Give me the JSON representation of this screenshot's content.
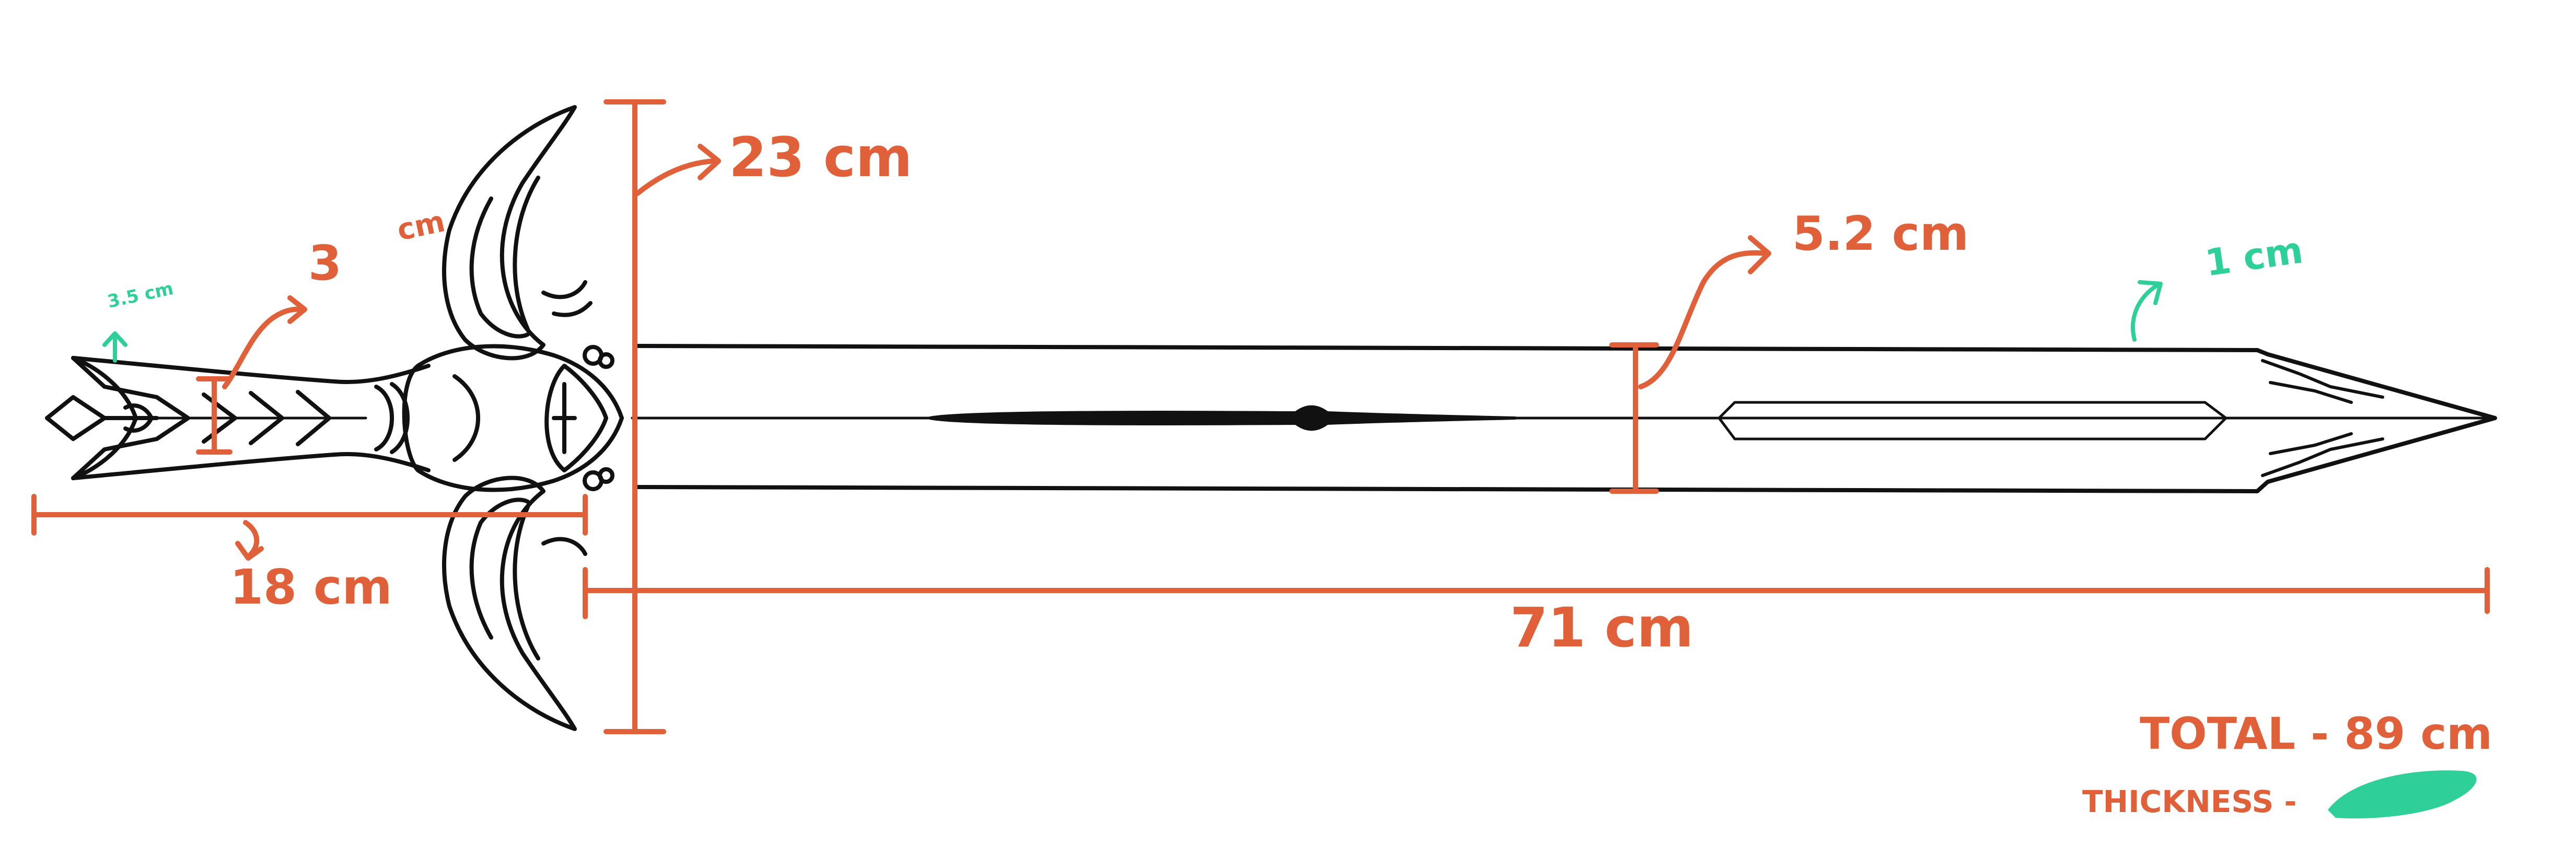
{
  "colors": {
    "ink": "#111111",
    "dimension": "#e0603a",
    "accent": "#2fcf9a"
  },
  "labels": {
    "pommel_width": "3.5 cm",
    "grip_width": "3",
    "grip_unit": "cm",
    "guard_height": "23 cm",
    "blade_width": "5.2 cm",
    "blade_thickness": "1 cm",
    "hilt_length": "18 cm",
    "blade_length": "71 cm",
    "total": "TOTAL - 89 cm",
    "thickness": "THICKNESS -"
  }
}
